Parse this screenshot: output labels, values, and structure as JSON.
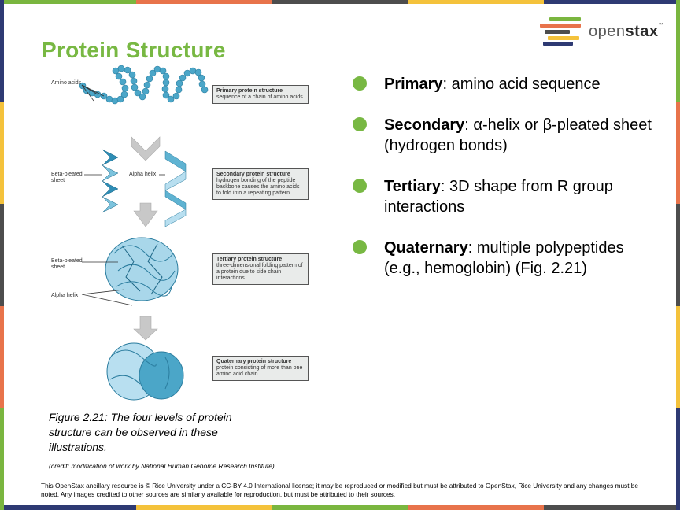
{
  "colors": {
    "accent_green": "#78b843",
    "strip": [
      "#f4c23b",
      "#e8734b",
      "#2e3a73",
      "#7ab63f",
      "#4d4d4d"
    ]
  },
  "logo": {
    "text_light": "open",
    "text_bold": "stax",
    "tm": "™"
  },
  "title": "Protein Structure",
  "figure": {
    "labels": {
      "amino_acids": "Amino acids",
      "beta_sheet_1": "Beta-pleated sheet",
      "alpha_helix_1": "Alpha helix",
      "beta_sheet_2": "Beta-pleated sheet",
      "alpha_helix_2": "Alpha helix"
    },
    "boxes": [
      {
        "title": "Primary protein structure",
        "text": "sequence of a chain of amino acids"
      },
      {
        "title": "Secondary protein structure",
        "text": "hydrogen bonding of the peptide backbone causes the amino acids to fold into a repeating pattern"
      },
      {
        "title": "Tertiary protein structure",
        "text": "three-dimensional folding pattern of a protein due to side chain interactions"
      },
      {
        "title": "Quaternary protein structure",
        "text": "protein consisting of more than one amino acid chain"
      }
    ]
  },
  "caption": "Figure 2.21: The four levels of protein structure can be observed in these illustrations.",
  "credit": "(credit: modification of work by National Human Genome Research Institute)",
  "bullets": [
    {
      "term": "Primary",
      "text": ": amino acid sequence"
    },
    {
      "term": "Secondary",
      "text": ": α-helix or β-pleated sheet (hydrogen bonds)"
    },
    {
      "term": "Tertiary",
      "text": ": 3D shape from R group interactions"
    },
    {
      "term": "Quaternary",
      "text": ": multiple polypeptides (e.g., hemoglobin) (Fig. 2.21)"
    }
  ],
  "footer": "This OpenStax ancillary resource is © Rice University under a CC-BY 4.0 International license; it may be reproduced or modified but must be attributed to OpenStax, Rice University and any changes must be noted. Any images credited to other sources are similarly available for reproduction, but must be attributed to their sources."
}
